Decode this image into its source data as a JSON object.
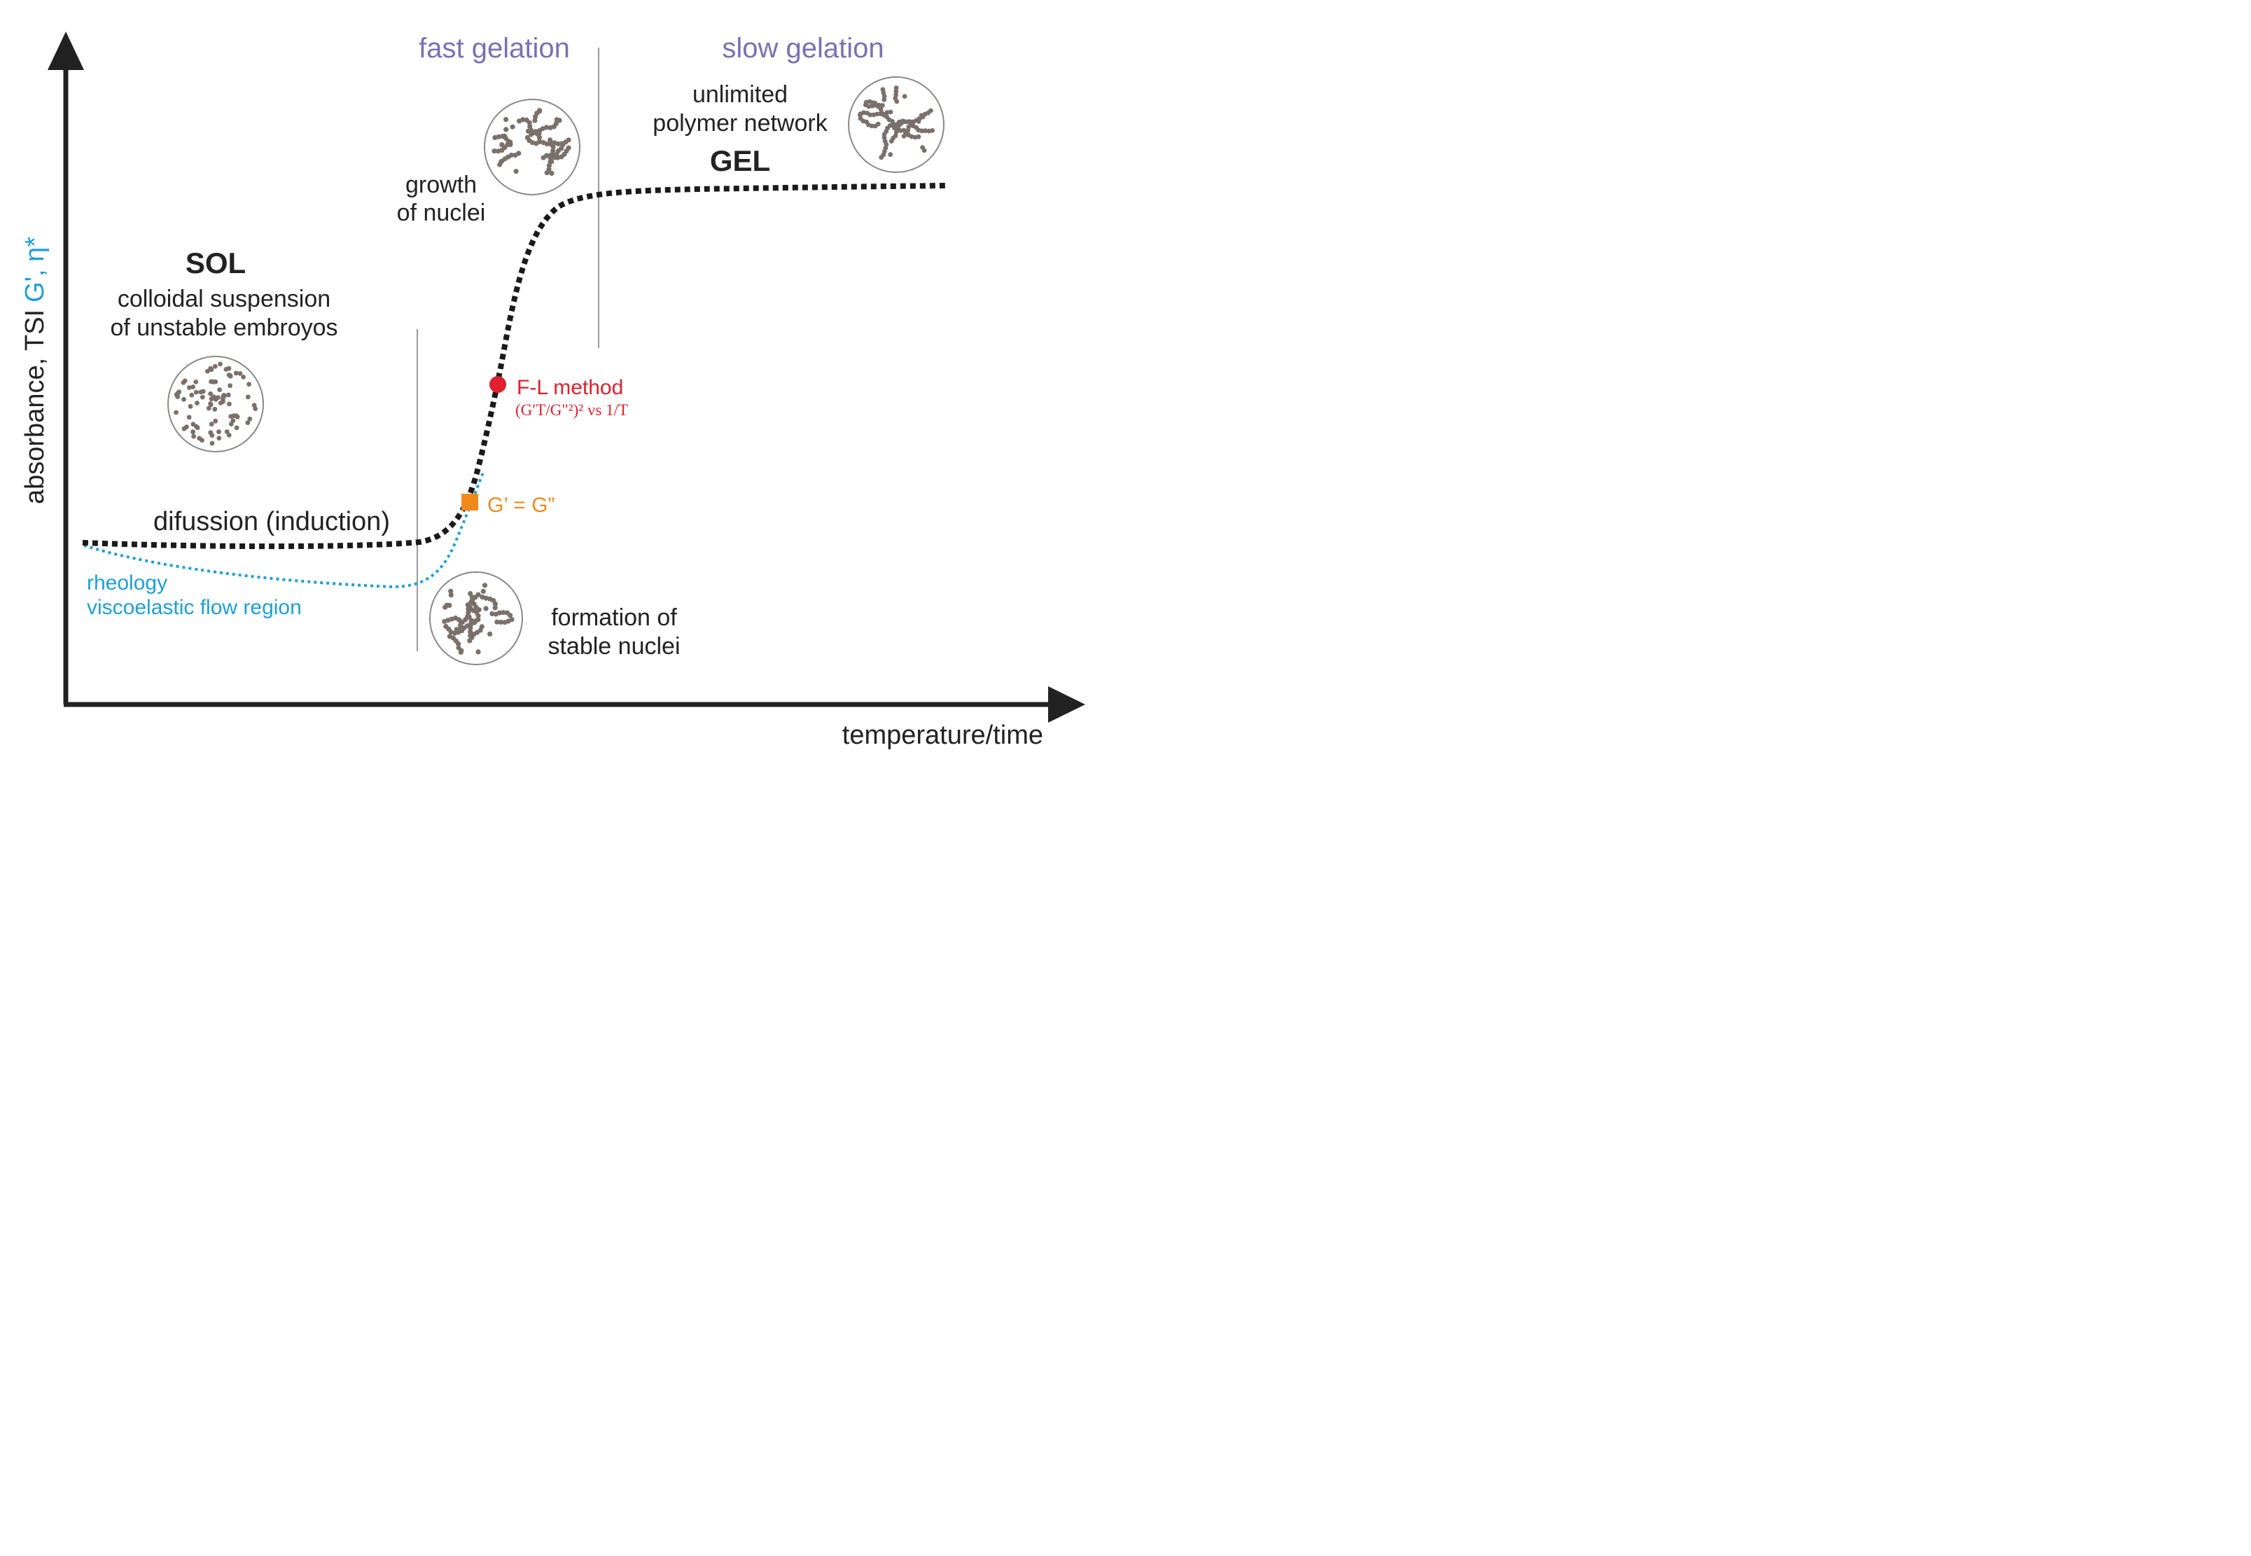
{
  "axes": {
    "x_label": "temperature/time",
    "y_label_black": "absorbance, TSI",
    "y_label_blue": "G', η*"
  },
  "headings": {
    "fast": "fast gelation",
    "slow": "slow gelation"
  },
  "regions": {
    "sol_title": "SOL",
    "sol_line1": "colloidal suspension",
    "sol_line2": "of unstable embroyos",
    "gel_title": "GEL",
    "gel_line1": "unlimited",
    "gel_line2": "polymer network",
    "growth_line1": "growth",
    "growth_line2": "of nuclei",
    "formation_line1": "formation of",
    "formation_line2": "stable nuclei",
    "diffusion": "difussion (induction)"
  },
  "rheology": {
    "line1": "rheology",
    "line2": "viscoelastic flow region"
  },
  "markers": {
    "fl_method": "F-L method",
    "fl_formula": "(G′T/G\"²)² vs 1/T",
    "crossover": "G’ = G”"
  },
  "colors": {
    "axis": "#222222",
    "curve": "#1a1a1a",
    "rheology": "#1e9fd8",
    "heading": "#7b6fb5",
    "fl_marker": "#e0202e",
    "crossover_marker": "#f08a1c",
    "divider": "#999999",
    "particle": "#7a706b"
  }
}
